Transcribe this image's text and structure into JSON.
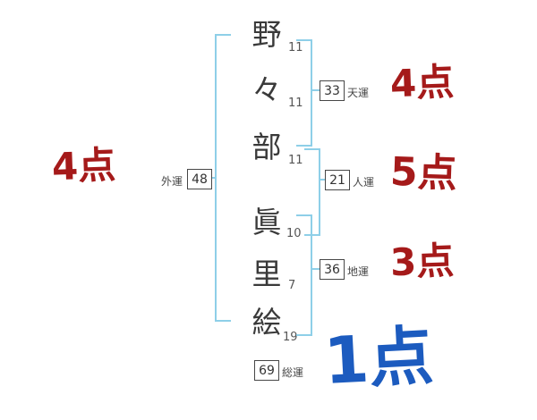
{
  "name_chars": [
    {
      "char": "野",
      "strokes": "11"
    },
    {
      "char": "々",
      "strokes": "11"
    },
    {
      "char": "部",
      "strokes": "11"
    },
    {
      "char": "眞",
      "strokes": "10"
    },
    {
      "char": "里",
      "strokes": "7"
    },
    {
      "char": "絵",
      "strokes": "19"
    }
  ],
  "fortunes": {
    "ten": {
      "value": "33",
      "label": "天運",
      "score": "4点"
    },
    "jin": {
      "value": "21",
      "label": "人運",
      "score": "5点"
    },
    "chi": {
      "value": "36",
      "label": "地運",
      "score": "3点"
    },
    "gai": {
      "value": "48",
      "label": "外運",
      "score": "4点"
    },
    "sou": {
      "value": "69",
      "label": "総運",
      "score": "1点"
    }
  },
  "colors": {
    "bracket_blue": "#8ecfe8",
    "score_red": "#a51a1a",
    "score_blue": "#1c5bbf",
    "text_dark": "#3a3a3a"
  }
}
